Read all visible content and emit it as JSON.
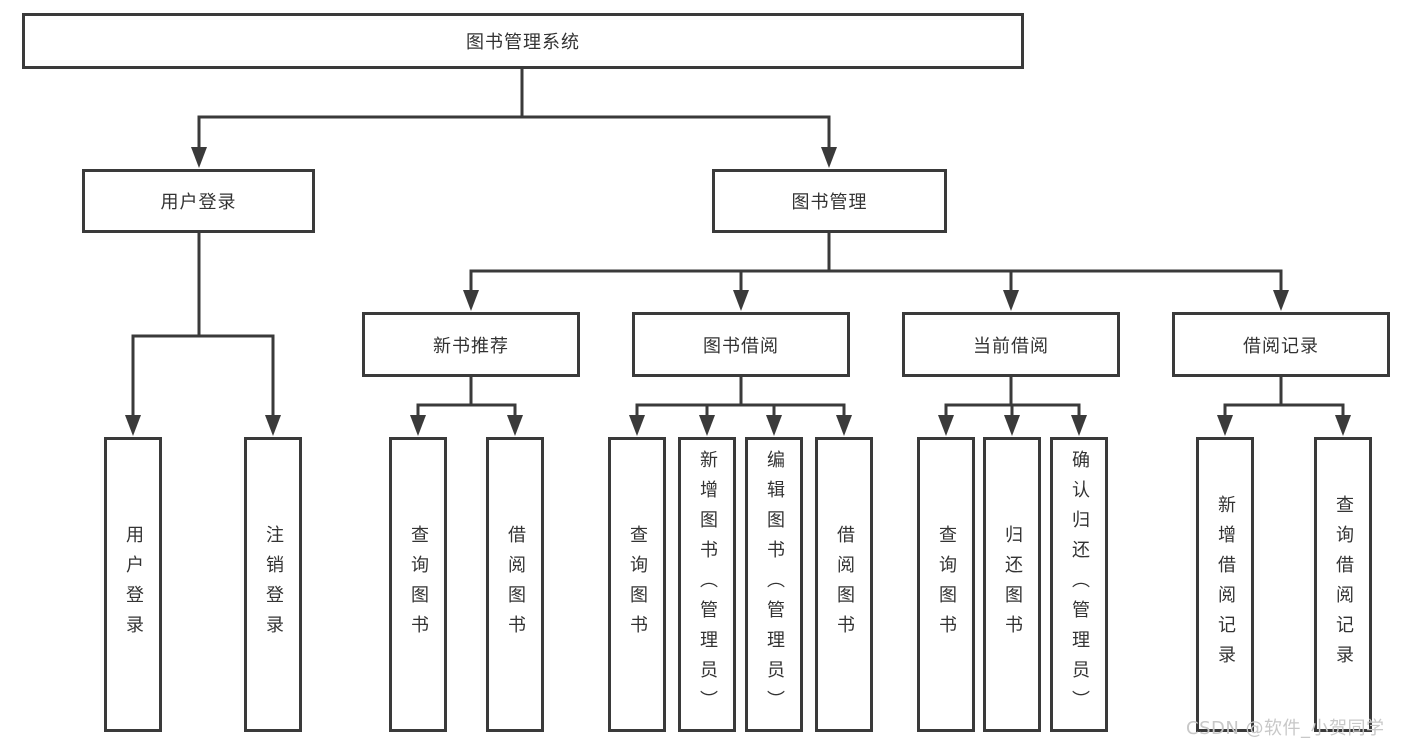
{
  "diagram_type": "functional-structure-tree",
  "colors": {
    "line": "#3a3a3a",
    "box_border": "#3a3a3a",
    "box_fill": "#ffffff",
    "text": "#333333",
    "watermark": "#c8c8c8",
    "background": "#ffffff"
  },
  "tree": {
    "label": "图书管理系统",
    "children": [
      {
        "label": "用户登录",
        "children": [
          {
            "label": "用户登录"
          },
          {
            "label": "注销登录"
          }
        ]
      },
      {
        "label": "图书管理",
        "children": [
          {
            "label": "新书推荐",
            "children": [
              {
                "label": "查询图书"
              },
              {
                "label": "借阅图书"
              }
            ]
          },
          {
            "label": "图书借阅",
            "children": [
              {
                "label": "查询图书"
              },
              {
                "label": "新增图书（管理员）"
              },
              {
                "label": "编辑图书（管理员）"
              },
              {
                "label": "借阅图书"
              }
            ]
          },
          {
            "label": "当前借阅",
            "children": [
              {
                "label": "查询图书"
              },
              {
                "label": "归还图书"
              },
              {
                "label": "确认归还（管理员）"
              }
            ]
          },
          {
            "label": "借阅记录",
            "children": [
              {
                "label": "新增借阅记录"
              },
              {
                "label": "查询借阅记录"
              }
            ]
          }
        ]
      }
    ]
  },
  "watermark": {
    "text": "CSDN @软件_小贺同学"
  }
}
